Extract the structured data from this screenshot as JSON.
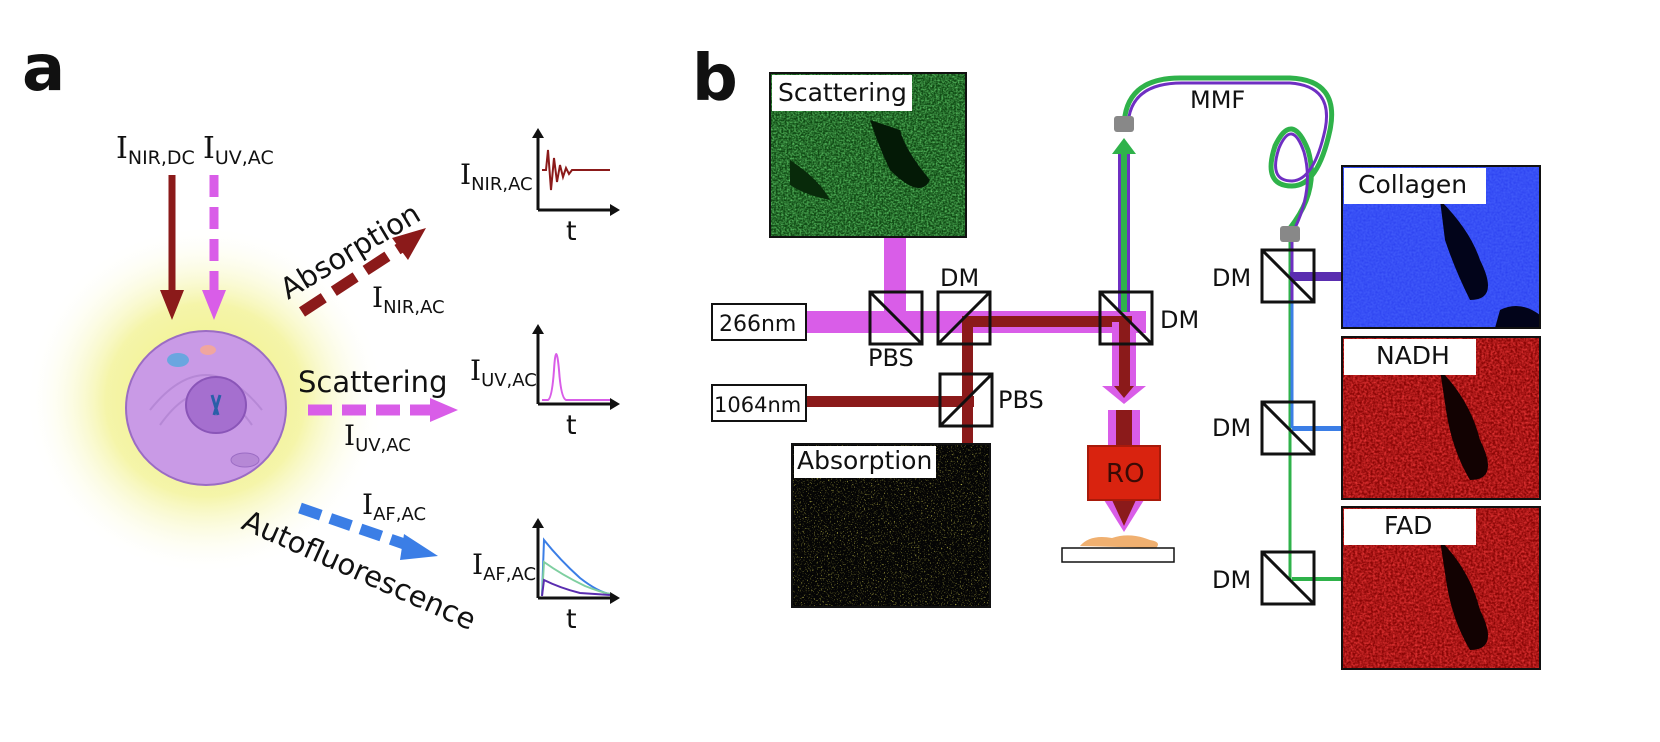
{
  "panel_a": {
    "letter": "a",
    "incident": {
      "nir_main": "I",
      "nir_sub": "NIR,DC",
      "uv_main": "I",
      "uv_sub": "UV,AC"
    },
    "processes": {
      "absorption": "Absorption",
      "scattering": "Scattering",
      "autofluorescence": "Autofluorescence"
    },
    "arrow_labels": {
      "absorption": {
        "main": "I",
        "sub": "NIR,AC"
      },
      "scattering": {
        "main": "I",
        "sub": "UV,AC"
      },
      "autofluorescence": {
        "main": "I",
        "sub": "AF,AC"
      }
    },
    "graphs": [
      {
        "ylabel_main": "I",
        "ylabel_sub": "NIR,AC",
        "xlabel": "t"
      },
      {
        "ylabel_main": "I",
        "ylabel_sub": "UV,AC",
        "xlabel": "t"
      },
      {
        "ylabel_main": "I",
        "ylabel_sub": "AF,AC",
        "xlabel": "t"
      }
    ]
  },
  "panel_b": {
    "letter": "b",
    "lasers": [
      "266nm",
      "1064nm"
    ],
    "components": {
      "pbs_top": "PBS",
      "pbs_bottom": "PBS",
      "dm_top": "DM",
      "dm_right": "DM",
      "dm_collagen": "DM",
      "dm_nadh": "DM",
      "dm_fad": "DM",
      "fiber": "MMF",
      "objective": "RO"
    },
    "images": {
      "scattering": "Scattering",
      "absorption": "Absorption",
      "collagen": "Collagen",
      "nadh": "NADH",
      "fad": "FAD"
    }
  },
  "colors": {
    "nir": "#8b1a1a",
    "uv": "#d95de8",
    "af": "#3b7ee6",
    "fiber_green": "#2fb24a",
    "fiber_purple": "#6f2fc2",
    "objective": "#d9230f",
    "cell": "#c99ae6",
    "halo": "#eef07a"
  }
}
